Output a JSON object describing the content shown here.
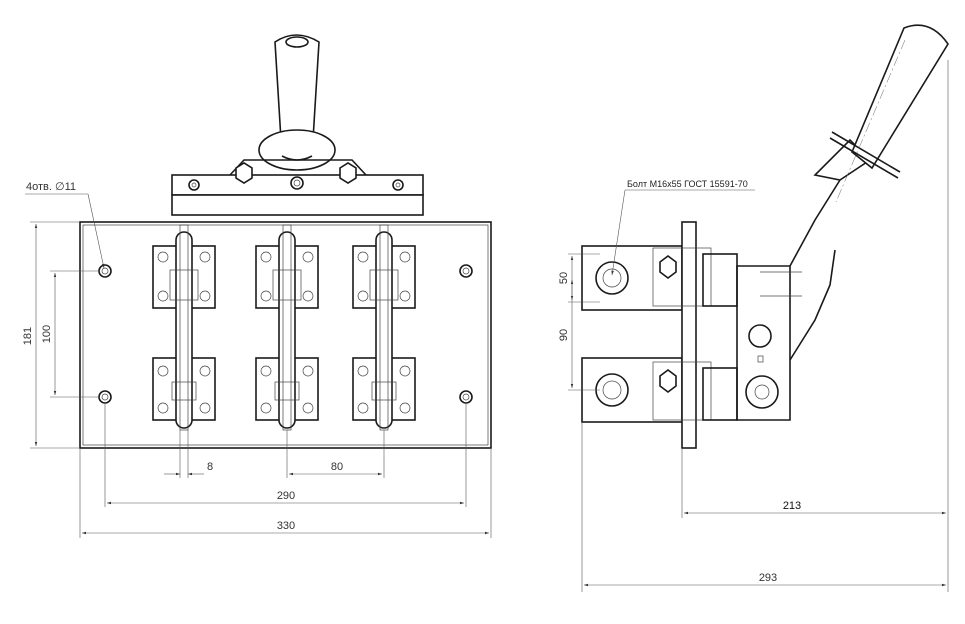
{
  "notes": {
    "holes": "4отв. ∅11",
    "bolt": "Болт М16х55 ГОСТ 15591-70"
  },
  "dimensions": {
    "front": {
      "height_total": "181",
      "hole_spacing_vertical": "100",
      "contact_gap": "8",
      "pole_pitch": "80",
      "hole_spacing_horizontal": "290",
      "width_total": "330"
    },
    "side": {
      "terminal_height": "50",
      "terminal_spacing": "90",
      "depth_base": "213",
      "depth_total": "293"
    }
  }
}
